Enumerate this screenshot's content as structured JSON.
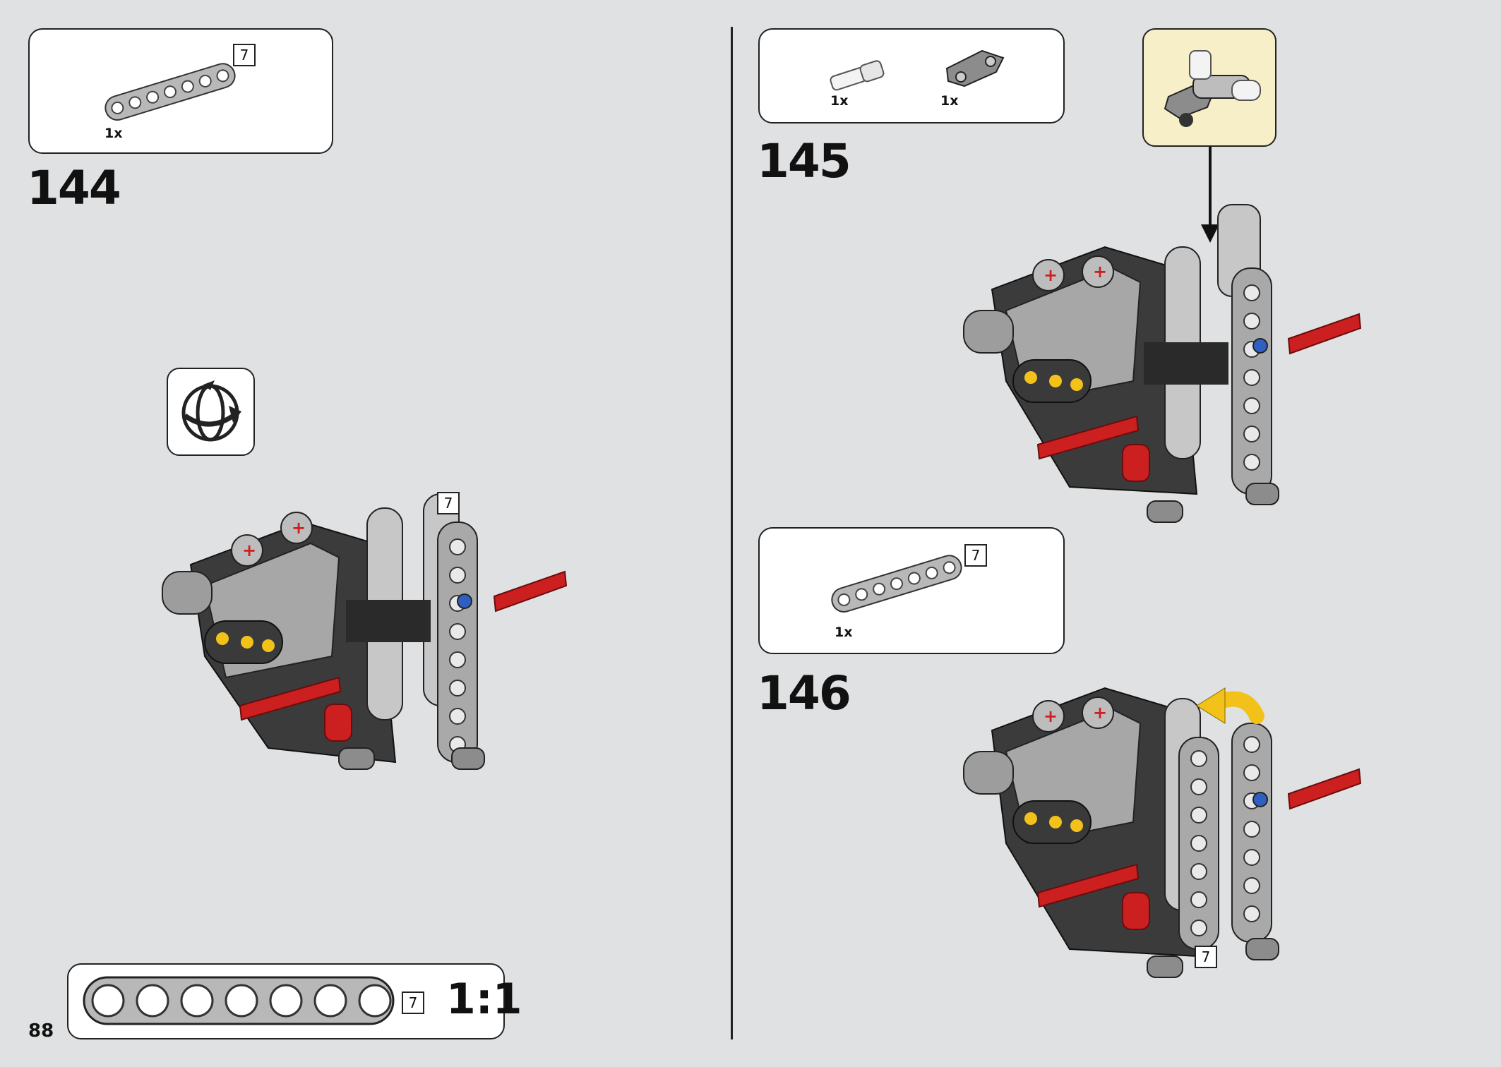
{
  "page": {
    "number": "88"
  },
  "steps": [
    {
      "number": "144",
      "parts": [
        {
          "name": "beam-7",
          "qty": "1x",
          "length": "7"
        }
      ],
      "model_callouts": [
        "7"
      ]
    },
    {
      "number": "145",
      "parts": [
        {
          "name": "axle-pin",
          "qty": "1x"
        },
        {
          "name": "angled-connector",
          "qty": "1x"
        }
      ]
    },
    {
      "number": "146",
      "parts": [
        {
          "name": "beam-7",
          "qty": "1x",
          "length": "7"
        }
      ],
      "model_callouts": [
        "7"
      ]
    }
  ],
  "scale_reference": {
    "length": "7",
    "label": "1:1"
  },
  "icons": {
    "rotate": "rotate-model-icon",
    "insert_arrow": "arrow-down-icon",
    "push_arrow": "yellow-push-arrow-icon"
  },
  "colors": {
    "background": "#dfe1e2",
    "subassembly_bg": "#f7efc8",
    "highlight_arrow": "#f2c21b",
    "axle_red": "#cc1f1f",
    "connector_blue": "#2f5fc0"
  }
}
